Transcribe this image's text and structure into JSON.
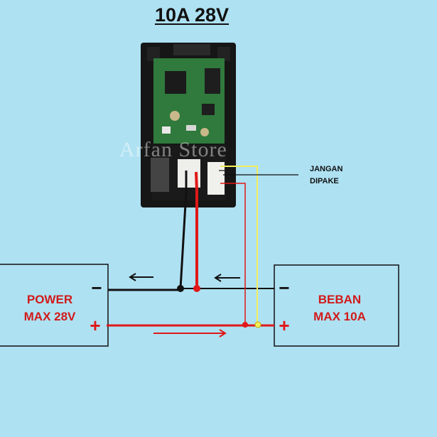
{
  "title": "10A 28V",
  "watermark": "Arfan Store",
  "power": {
    "line1": "POWER",
    "line2": "MAX 28V",
    "neg": "−",
    "pos": "+"
  },
  "load": {
    "line1": "BEBAN",
    "line2": "MAX 10A",
    "neg": "−",
    "pos": "+"
  },
  "note": {
    "line1": "JANGAN",
    "line2": "DIPAKE"
  },
  "colors": {
    "background": "#aee1f2",
    "wire_black": "#111111",
    "wire_red": "#e01818",
    "wire_yellow": "#f2ee5a",
    "pcb": "#2f7a3c",
    "housing": "#151515"
  }
}
